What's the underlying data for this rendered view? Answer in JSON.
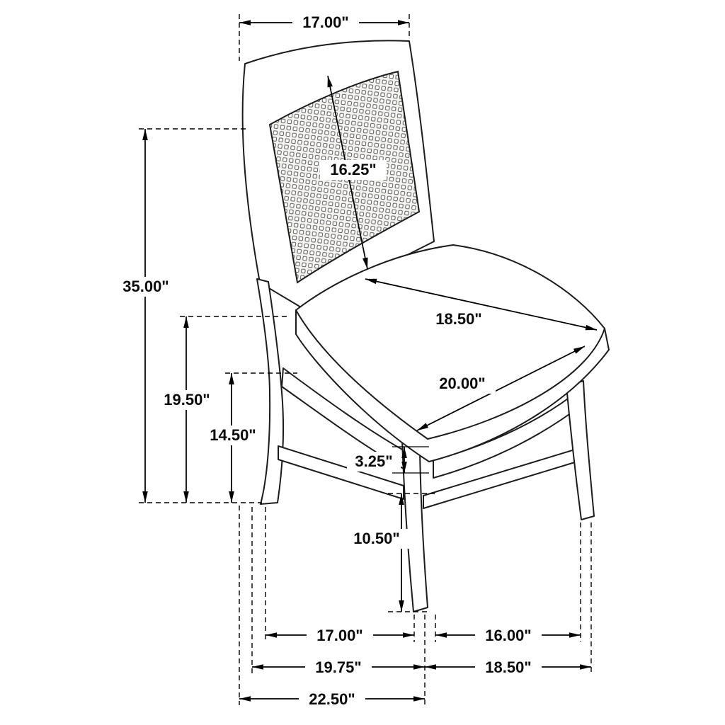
{
  "diagram": {
    "subject": "dining side chair with cane back - dimension drawing",
    "colors": {
      "line": "#1c1c1c",
      "dimension_line": "#000000",
      "background": "#ffffff",
      "cane_fill": "#f4f3f0"
    },
    "dimensions": {
      "back_width": "17.00\"",
      "back_height": "16.25\"",
      "overall_height": "35.00\"",
      "seat_height": "19.50\"",
      "floor_to_apron": "14.50\"",
      "seat_depth": "18.50\"",
      "seat_width": "20.00\"",
      "seat_rail_height": "3.25\"",
      "floor_to_stretcher": "10.50\"",
      "leg_span_left": "17.00\"",
      "leg_span_right": "16.00\"",
      "base_depth": "19.75\"",
      "base_width": "18.50\"",
      "overall_depth": "22.50\""
    }
  }
}
